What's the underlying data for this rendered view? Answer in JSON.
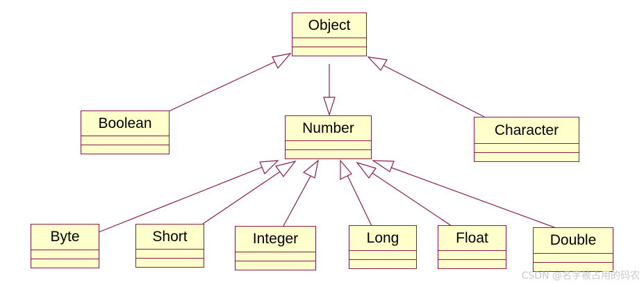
{
  "diagram": {
    "classes": {
      "object": "Object",
      "boolean": "Boolean",
      "number": "Number",
      "character": "Character",
      "byte": "Byte",
      "short": "Short",
      "integer": "Integer",
      "long": "Long",
      "float": "Float",
      "double": "Double"
    },
    "colors": {
      "fill": "#ffffcc",
      "stroke": "#8b1a4a"
    }
  },
  "watermark": "CSDN @名字被占用的码农"
}
